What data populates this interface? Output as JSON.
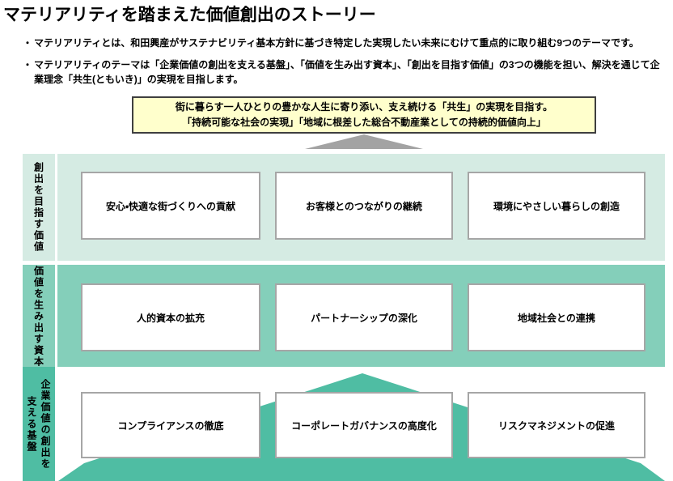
{
  "title": "マテリアリティを踏まえた価値創出のストーリー",
  "bullet_marker": "・",
  "bullets": [
    "マテリアリティとは、和田興産がサステナビリティ基本方針に基づき特定した実現したい未来にむけて重点的に取り組む9つのテーマです。",
    "マテリアリティのテーマは「企業価値の創出を支える基盤」、「価値を生み出す資本」、「創出を目指す価値」の3つの機能を担い、解決を通じて企業理念「共生(ともいき)」の実現を目指します。"
  ],
  "vision_box": {
    "lines": [
      "街に暮らす一人ひとりの豊かな人生に寄り添い、支え続ける「共生」の実現を目指す。",
      "「持続可能な社会の実現」「地域に根差した総合不動産業としての持続的価値向上」"
    ]
  },
  "rows": [
    {
      "sidebar_lines": [
        "創出を目指す価値"
      ],
      "boxes": [
        {
          "label": "安心・快適な街づくりへの貢献"
        },
        {
          "label": "お客様とのつながりの継続"
        },
        {
          "label": "環境にやさしい暮らしの創造"
        }
      ]
    },
    {
      "sidebar_lines": [
        "価値を生み出す資本"
      ],
      "boxes": [
        {
          "label": "人的資本の拡充"
        },
        {
          "label": "パートナーシップの深化"
        },
        {
          "label": "地域社会との連携"
        }
      ]
    },
    {
      "sidebar_lines": [
        "企業価値の創出を",
        "支える基盤"
      ],
      "boxes": [
        {
          "label": "コンプライアンスの徹底"
        },
        {
          "label": "コーポレートガバナンスの高度化"
        },
        {
          "label": "リスクマネジメントの促進"
        }
      ]
    }
  ],
  "colors": {
    "band1_bg": "#d5ebe3",
    "band2_bg": "#84cfba",
    "band3_accent": "#4fbda3",
    "vision_bg": "#ffffcc",
    "vision_border": "#3f3f3f",
    "arrow_gray": "#a3a3a3",
    "box_border": "#a6a6a6"
  }
}
